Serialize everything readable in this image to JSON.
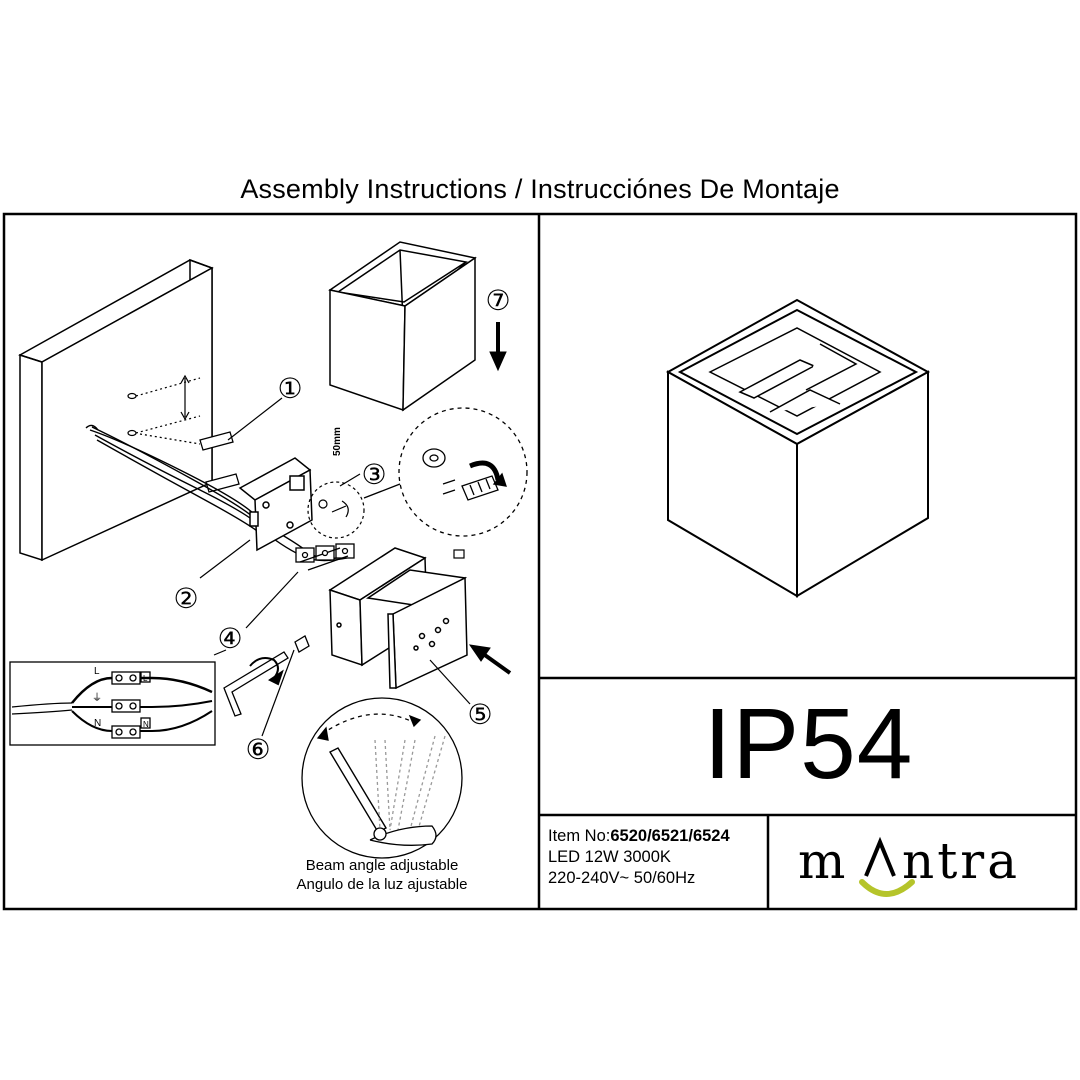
{
  "title": "Assembly Instructions / Instrucciónes De Montaje",
  "steps": [
    "①",
    "②",
    "③",
    "④",
    "⑤",
    "⑥",
    "⑦"
  ],
  "dimension_label": "50mm",
  "wiring": {
    "live": "L",
    "earth": "⏚",
    "neutral": "N"
  },
  "beam_caption": {
    "en": "Beam angle adjustable",
    "es": "Angulo de la luz ajustable"
  },
  "ip_rating": "IP54",
  "product": {
    "item_label": "Item No:",
    "item_numbers": "6520/6521/6524",
    "power": "LED 12W 3000K",
    "voltage": "220-240V~ 50/60Hz"
  },
  "brand": {
    "name": "mantra",
    "display": "m   ntra",
    "accent_color": "#b5c42a"
  }
}
